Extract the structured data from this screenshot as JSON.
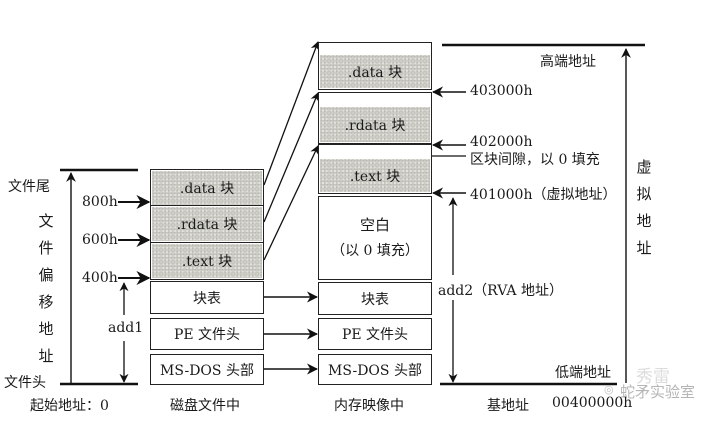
{
  "left_axis": {
    "file_end": "文件尾",
    "file_start": "文件头",
    "vertical_label": [
      "文",
      "件",
      "偏",
      "移",
      "地",
      "址"
    ],
    "offsets": [
      "800h",
      "600h",
      "400h"
    ],
    "add1": "add1",
    "start_address": "起始地址：0"
  },
  "disk_file": {
    "caption": "磁盘文件中",
    "sections": [
      ".data 块",
      ".rdata 块",
      ".text 块"
    ],
    "headers": [
      "块表",
      "PE 文件头",
      "MS-DOS 头部"
    ]
  },
  "memory_image": {
    "caption": "内存映像中",
    "sections": [
      ".data 块",
      ".rdata 块",
      ".text 块"
    ],
    "blank": [
      "空白",
      "（以 0 填充）"
    ],
    "headers": [
      "块表",
      "PE 文件头",
      "MS-DOS 头部"
    ]
  },
  "right_labels": {
    "high_address": "高端地址",
    "addr_403000": "403000h",
    "addr_402000": "402000h",
    "gap_note": "区块间隙，以 0 填充",
    "addr_401000": "401000h（虚拟地址）",
    "add2": "add2（RVA 地址）",
    "low_address": "低端地址",
    "base_label": "基地址",
    "base_value": "00400000h",
    "vertical_label": [
      "虚",
      "拟",
      "地",
      "址"
    ]
  },
  "watermark": {
    "text": "蛇矛实验室",
    "faint_text": "秀雷"
  }
}
